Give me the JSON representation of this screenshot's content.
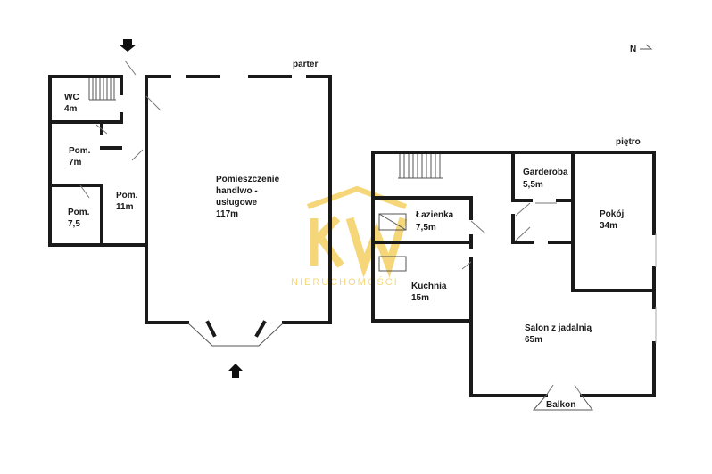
{
  "floors": {
    "ground": "parter",
    "upper": "piętro"
  },
  "compass": "N",
  "watermark": {
    "text": "NIERUCHOMOŚCI",
    "color": "#f2c94c"
  },
  "rooms": {
    "wc": {
      "name": "WC",
      "area": "4m"
    },
    "pom7": {
      "name": "Pom.",
      "area": "7m"
    },
    "pom75": {
      "name": "Pom.",
      "area": "7,5"
    },
    "pom11": {
      "name": "Pom.",
      "area": "11m"
    },
    "shop": {
      "line1": "Pomieszczenie",
      "line2": "handlwo -",
      "line3": "usługowe",
      "area": "117m"
    },
    "garderoba": {
      "name": "Garderoba",
      "area": "5,5m"
    },
    "lazienka": {
      "name": "Łazienka",
      "area": "7,5m"
    },
    "pokoj": {
      "name": "Pokój",
      "area": "34m"
    },
    "kuchnia": {
      "name": "Kuchnia",
      "area": "15m"
    },
    "salon": {
      "name": "Salon z jadalnią",
      "area": "65m"
    },
    "balkon": {
      "name": "Balkon"
    }
  }
}
